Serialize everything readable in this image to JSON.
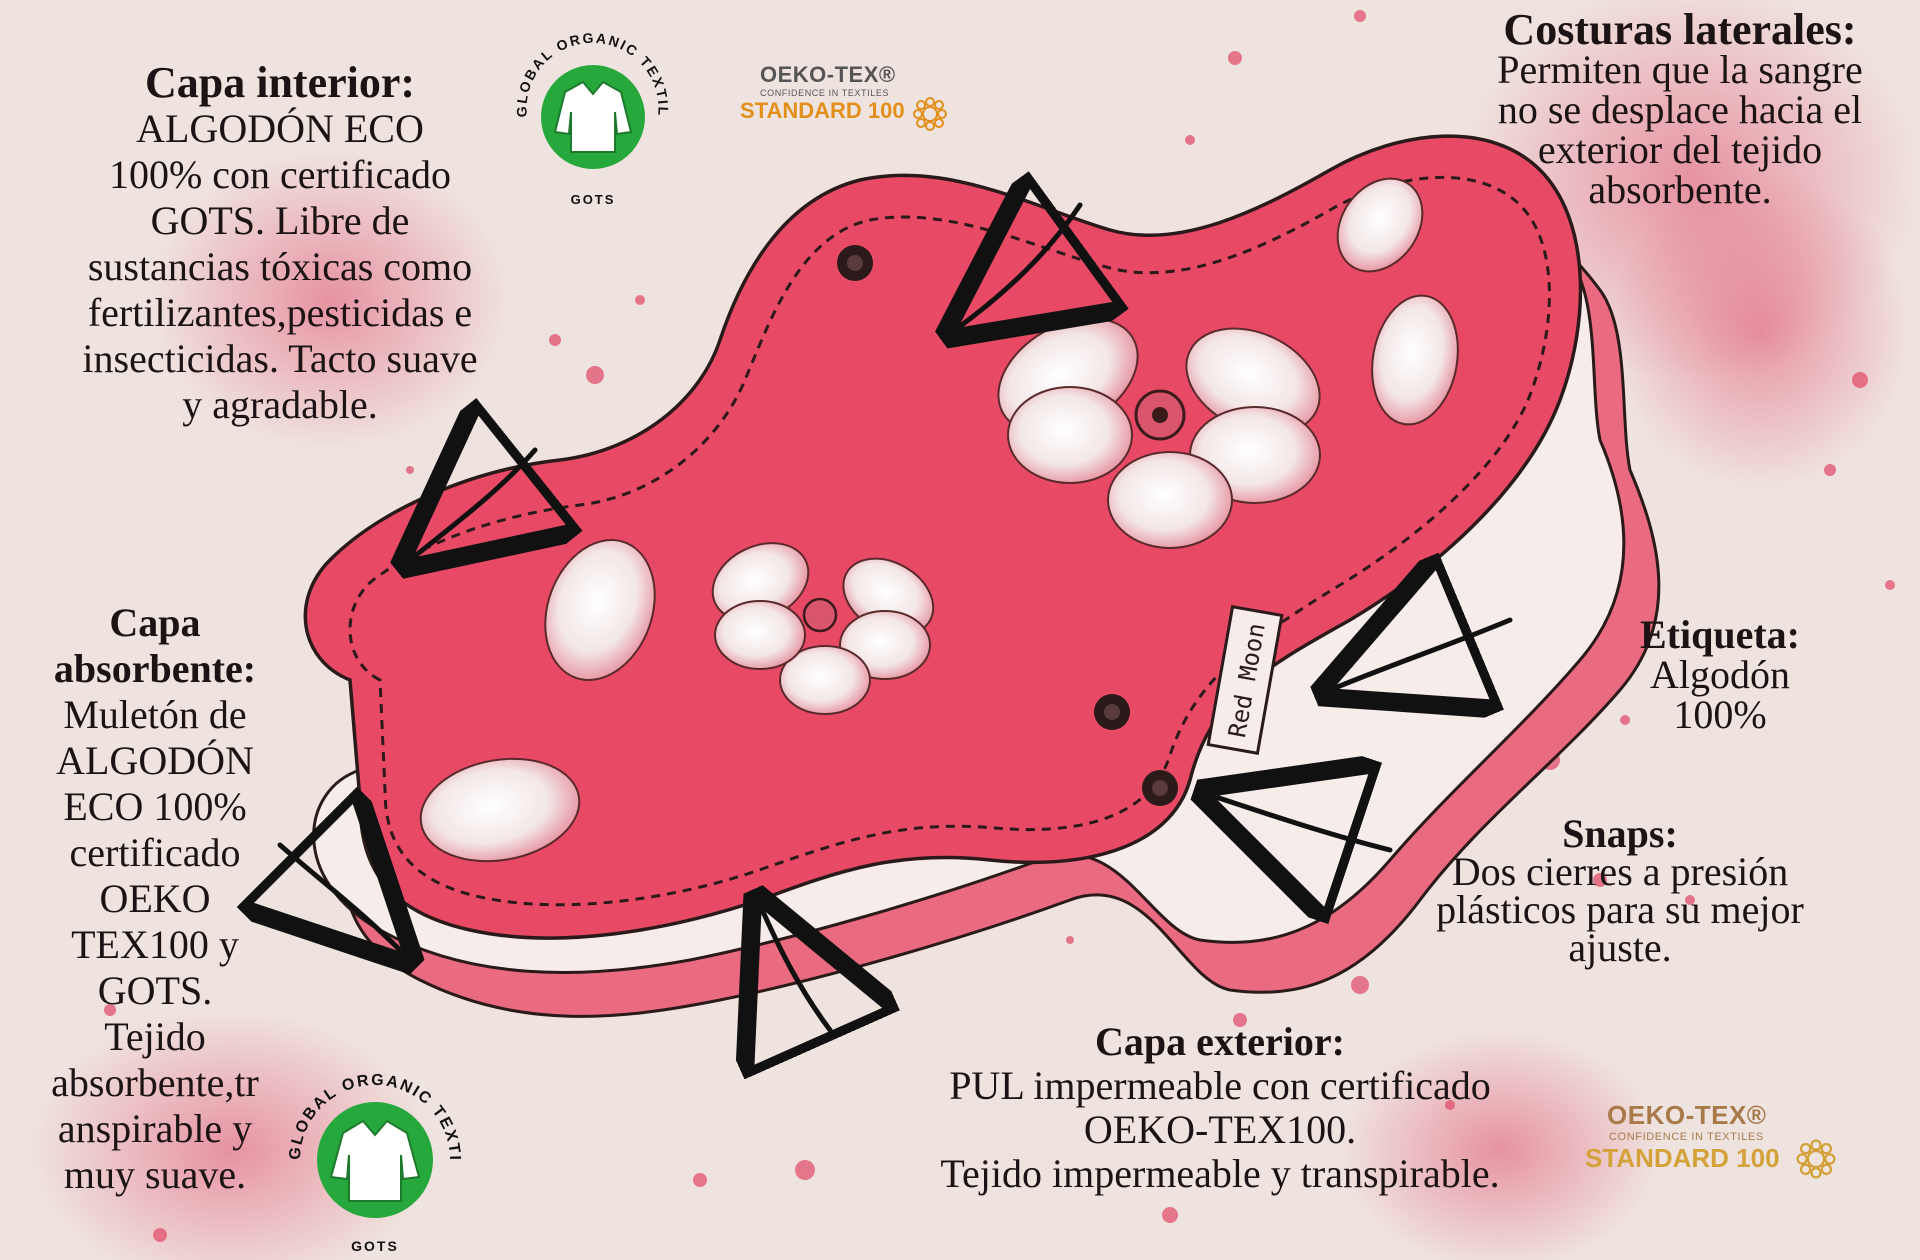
{
  "colors": {
    "background": "#efe3df",
    "pad_pink": "#e84a66",
    "splatter": "#e0506e",
    "gots_green": "#27a83c",
    "oeko_orange": "#e2901a"
  },
  "annotations": {
    "inner_layer": {
      "heading": "Capa interior:",
      "lines": [
        "ALGODÓN ECO",
        "100% con certificado",
        "GOTS. Libre de",
        "sustancias tóxicas como",
        "fertilizantes,pesticidas e",
        "insecticidas. Tacto suave",
        "y agradable."
      ]
    },
    "side_seams": {
      "heading": "Costuras laterales:",
      "lines": [
        "Permiten que la sangre",
        "no se desplace hacia el",
        "exterior del tejido",
        "absorbente."
      ]
    },
    "absorbent_layer": {
      "heading_lines": [
        "Capa",
        "absorbente:"
      ],
      "lines": [
        "Muletón de",
        "ALGODÓN",
        "ECO 100%",
        "certificado",
        "OEKO",
        "TEX100 y",
        "GOTS.",
        "Tejido",
        "absorbente,tr",
        "anspirable y",
        "muy suave."
      ]
    },
    "label": {
      "heading": "Etiqueta:",
      "lines": [
        "Algodón",
        "100%"
      ]
    },
    "snaps": {
      "heading": "Snaps:",
      "lines": [
        "Dos cierres a presión",
        "plásticos para su mejor",
        "ajuste."
      ]
    },
    "outer_layer": {
      "heading": "Capa exterior:",
      "lines": [
        "PUL impermeable con certificado",
        "OEKO-TEX100.",
        "Tejido impermeable y transpirable."
      ]
    }
  },
  "pad_tag": {
    "text": "Red Moon"
  },
  "badges": {
    "gots": {
      "ring_text": "GLOBAL ORGANIC TEXTILE STANDARD",
      "bottom_text": "GOTS",
      "icon": "shirt-icon"
    },
    "oeko_tex": {
      "line1": "OEKO-TEX®",
      "line2": "CONFIDENCE IN TEXTILES",
      "line3": "STANDARD 100",
      "icon": "sun-flower-icon"
    }
  }
}
